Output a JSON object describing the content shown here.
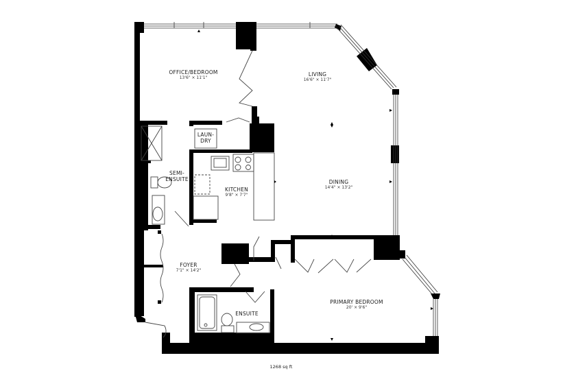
{
  "floorplan": {
    "total_area": "1268 sq ft",
    "colors": {
      "wall": "#000000",
      "fixture_line": "#555555",
      "background": "#ffffff",
      "text": "#1a1a1a"
    },
    "rooms": [
      {
        "id": "office-bedroom",
        "name": "OFFICE/BEDROOM",
        "dimensions": "13'6\" × 11'1\""
      },
      {
        "id": "living",
        "name": "LIVING",
        "dimensions": "16'6\" × 11'7\""
      },
      {
        "id": "laundry",
        "name": "LAUN-\nDRY",
        "dimensions": ""
      },
      {
        "id": "semi-ensuite",
        "name": "SEMI-\nENSUITE",
        "dimensions": ""
      },
      {
        "id": "kitchen",
        "name": "KITCHEN",
        "dimensions": "9'8\" × 7'7\""
      },
      {
        "id": "dining",
        "name": "DINING",
        "dimensions": "14'4\" × 13'2\""
      },
      {
        "id": "foyer",
        "name": "FOYER",
        "dimensions": "7'1\" × 14'2\""
      },
      {
        "id": "ensuite",
        "name": "ENSUITE",
        "dimensions": ""
      },
      {
        "id": "primary-bedroom",
        "name": "PRIMARY BEDROOM",
        "dimensions": "20' × 9'6\""
      }
    ]
  }
}
